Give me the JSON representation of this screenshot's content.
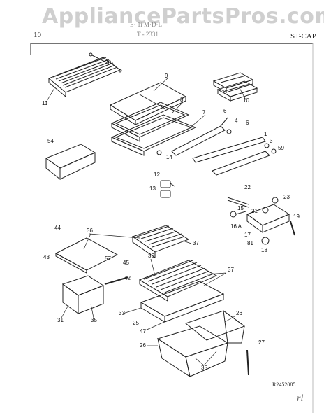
{
  "watermark": "AppliancePartsPros.com",
  "header": {
    "page_number": "10",
    "model_code": "ST-CAP",
    "garbled_title": "E·  1i  M·D·L",
    "garbled_sub": "T - 2331"
  },
  "diagram_code": "R2452085",
  "handwriting": "rl",
  "callouts": {
    "c28": "28",
    "c11": "11",
    "c9": "9",
    "c8": "8",
    "c7": "7",
    "c6a": "6",
    "c4": "4",
    "c10": "10",
    "c6b": "6",
    "c1": "1",
    "c3": "3",
    "c59": "59",
    "c54": "54",
    "c14": "14",
    "c12": "12",
    "c13": "13",
    "c22": "22",
    "c23": "23",
    "c15": "15",
    "c21": "21",
    "c16a": "16 A",
    "c19": "19",
    "c17": "17",
    "c81": "81",
    "c18": "18",
    "c44": "44",
    "c36a": "36",
    "c37a": "37",
    "c57": "57",
    "c43": "43",
    "c45": "45",
    "c42": "42",
    "c36b": "36",
    "c37b": "37",
    "c31": "31",
    "c35a": "35",
    "c33": "33",
    "c25": "25",
    "c47": "47",
    "c26a": "26",
    "c26b": "26",
    "c27": "27",
    "c35b": "35"
  }
}
